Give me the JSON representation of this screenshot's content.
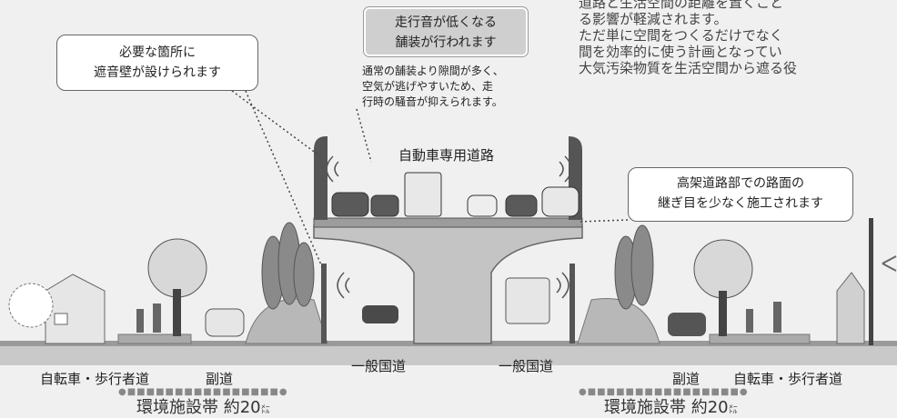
{
  "top_right_text": [
    "道路と生活空間の距離を置くこと",
    "る影響が軽減されます。",
    "ただ単に空間をつくるだけでなく",
    "間を効率的に使う計画となってい",
    "大気汚染物質を生活空間から遮る役"
  ],
  "callout_soundwall": [
    "必要な箇所に",
    "遮音壁が設けられます"
  ],
  "callout_pavement": [
    "走行音が低くなる",
    "舗装が行われます"
  ],
  "note_pavement": [
    "通常の舗装より隙間が多く、",
    "空気が逃げやすいため、走",
    "行時の騒音が抑えられます。"
  ],
  "callout_joints": [
    "高架道路部での路面の",
    "継ぎ目を少なく施工されます"
  ],
  "labels": {
    "expressway": "自動車専用道路",
    "bike_walk_left": "自転車・歩行者道",
    "frontage_left": "副道",
    "national_left": "一般国道",
    "national_right": "一般国道",
    "frontage_right": "副道",
    "bike_walk_right": "自転車・歩行者道"
  },
  "zones": {
    "left": "環境施設帯 約20",
    "right": "環境施設帯 約20",
    "unit": "㍍"
  },
  "dot_rule": "●■■■■■■■■■■■■■■■■●"
}
